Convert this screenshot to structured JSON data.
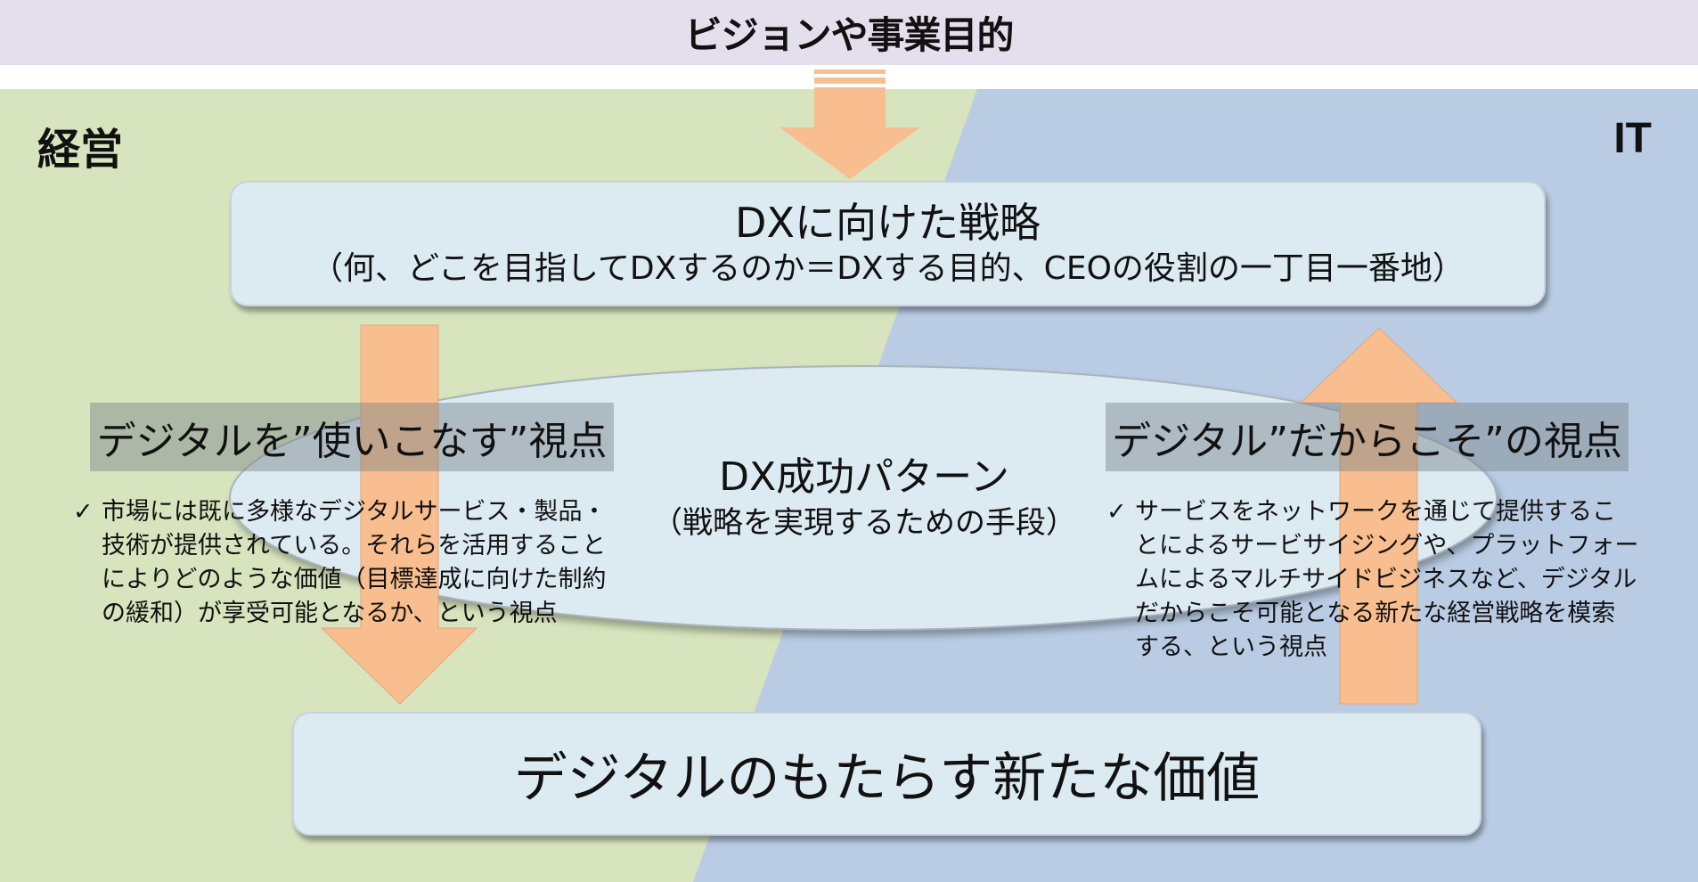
{
  "header": {
    "title": "ビジョンや事業目的"
  },
  "labels": {
    "left": "経営",
    "right": "IT"
  },
  "strategy_box": {
    "title": "DXに向けた戦略",
    "subtitle": "（何、どこを目指してDXするのか＝DXする目的、CEOの役割の一丁目一番地）"
  },
  "center": {
    "title": "DX成功パターン",
    "subtitle": "（戦略を実現するための手段）"
  },
  "left_view": {
    "heading": "デジタルを”使いこなす”視点",
    "check_icon": "✓",
    "text": "市場には既に多様なデジタルサービス・製品・技術が提供されている。それらを活用することによりどのような価値（目標達成に向けた制約の緩和）が享受可能となるか、という視点"
  },
  "right_view": {
    "heading": "デジタル”だからこそ”の視点",
    "check_icon": "✓",
    "text": "サービスをネットワークを通じて提供することによるサービサイジングや、プラットフォームによるマルチサイドビジネスなど、デジタルだからこそ可能となる新たな経営戦略を模索する、という視点"
  },
  "value_box": {
    "title": "デジタルのもたらす新たな価値"
  },
  "colors": {
    "top_band": "#e4dfec",
    "management_bg": "#d7e4bd",
    "it_bg": "#b9cce4",
    "arrow": "#f9be8f",
    "box_fill": "#dceaf2"
  }
}
